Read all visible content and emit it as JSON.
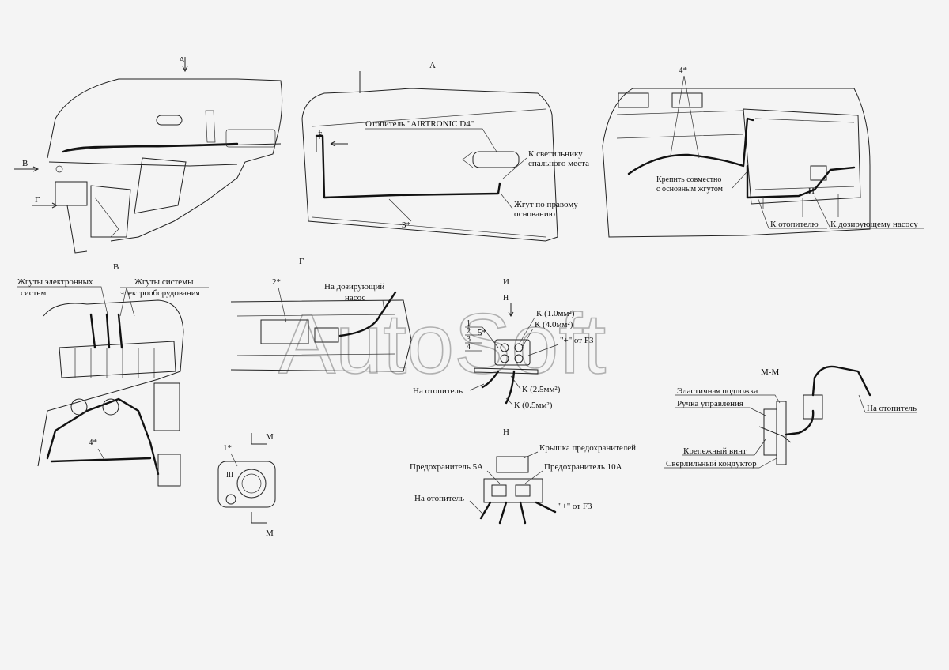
{
  "views": {
    "a_top_arrow": "А",
    "v_arrow": "В",
    "g_arrow": "Г",
    "a_title": "А",
    "b_arrow": "Б",
    "v_title": "В",
    "g_title": "Г",
    "i_title": "И",
    "n_arrow": "Н",
    "n_title": "Н",
    "mm_title": "М-М",
    "m_top": "М",
    "m_bottom": "М",
    "i_marker": "И"
  },
  "view_a": {
    "heater_label": "Отопитель \"AIRTRONIC D4\"",
    "lamp_line1": "К  светильнику",
    "lamp_line2": "спального места",
    "harness_line1": "Жгут по правому",
    "harness_line2": "основанию",
    "ref3": "3*"
  },
  "view_right": {
    "ref4": "4*",
    "fix_line1": "Крепить совместно",
    "fix_line2": "с основным жгутом",
    "to_heater": "К отопителю",
    "to_pump": "К дозирующему насосу"
  },
  "view_v": {
    "elec_line1": "Жгуты электронных",
    "elec_line2": "систем",
    "equip_line1": "Жгуты системы",
    "equip_line2": "электрооборудования",
    "ref4": "4*"
  },
  "view_g": {
    "ref2": "2*",
    "pump_line1": "На дозирующий",
    "pump_line2": "насос"
  },
  "view_i": {
    "ref5": "5*",
    "pin1": "1",
    "pin2": "2",
    "pin3": "3",
    "pin4": "4",
    "w10": "К (1.0мм²)",
    "w40": "К (4.0мм²)",
    "plus": "\"+\" от F3",
    "w25": "К (2.5мм²)",
    "w05": "К (0.5мм²)",
    "to_heater": "На отопитель"
  },
  "view_n": {
    "cover": "Крышка предохранителей",
    "fuse5": "Предохранитель 5А",
    "fuse10": "Предохранитель 10А",
    "to_heater": "На отопитель",
    "plus": "\"+\" от F3"
  },
  "view_mm": {
    "pad": "Эластичная подложка",
    "handle": "Ручка управления",
    "screw": "Крепежный винт",
    "jig": "Сверлильный кондуктор",
    "to_heater": "На отопитель"
  },
  "panel": {
    "ref1": "1*",
    "mode": "III"
  },
  "watermark": "AutoSoft"
}
